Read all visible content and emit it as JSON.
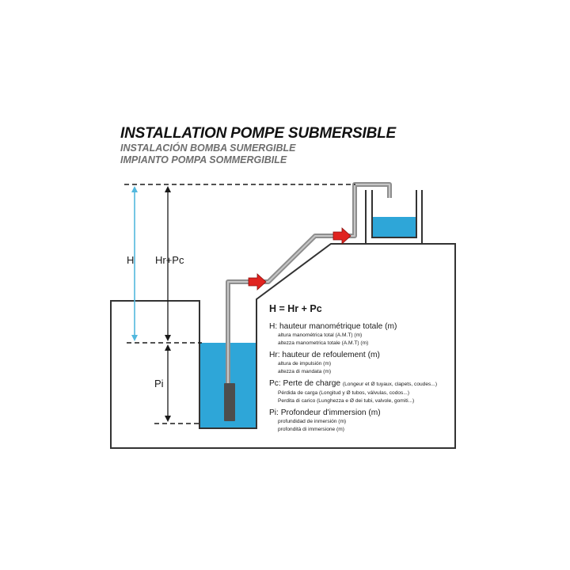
{
  "title": {
    "fr": "INSTALLATION POMPE SUBMERSIBLE",
    "es": "INSTALACIÓN BOMBA SUMERGIBLE",
    "it": "IMPIANTO POMPA SOMMERGIBILE"
  },
  "labels": {
    "H": "H",
    "HrPc": "Hr+Pc",
    "Pi": "Pi"
  },
  "legend": {
    "formula": "H = Hr + Pc",
    "items": [
      {
        "head": "H: hauteur manométrique totale (m)",
        "note": "",
        "lines": [
          "altura manométrica total (A.M.T) (m)",
          "altezza manometrica totale (A.M.T) (m)"
        ]
      },
      {
        "head": "Hr: hauteur de refoulement (m)",
        "note": "",
        "lines": [
          "altura de impulsión (m)",
          "altezza di mandata (m)"
        ]
      },
      {
        "head": "Pc: Perte de charge",
        "note": "(Longeur et Ø tuyaux, clapets, coudes...)",
        "lines": [
          "Pérdida de carga (Longitud y Ø tubos, válvulas, codos...)",
          "Perdita di carico (Lunghezza e Ø dei tubi, valvole, gomiti...)"
        ]
      },
      {
        "head": "Pi: Profondeur d'immersion (m)",
        "note": "",
        "lines": [
          "profundidad de inmersión (m)",
          "profondità di immersione (m)"
        ]
      }
    ]
  },
  "colors": {
    "water": "#2ea6d8",
    "arrow": "#e0231f",
    "dimension_cyan": "#52b8de",
    "pipe": "#9a9a9a",
    "pump": "#4d4d4d"
  }
}
